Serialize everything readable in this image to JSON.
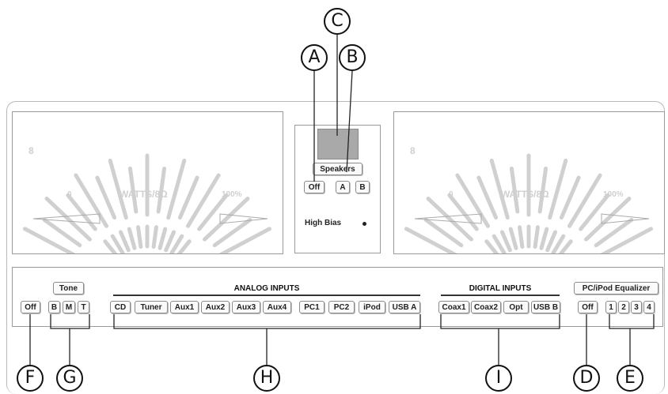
{
  "callouts": {
    "A": "A",
    "B": "B",
    "C": "C",
    "D": "D",
    "E": "E",
    "F": "F",
    "G": "G",
    "H": "H",
    "I": "I"
  },
  "meter": {
    "scale_label": "WATTS/8Ω",
    "max_label": "100%",
    "min_label": "0",
    "off_glyph": "8"
  },
  "speakers": {
    "title": "Speakers",
    "off": "Off",
    "a": "A",
    "b": "B",
    "high_bias": "High Bias"
  },
  "tone": {
    "title": "Tone",
    "off": "Off",
    "b": "B",
    "m": "M",
    "t": "T"
  },
  "analog": {
    "title": "ANALOG INPUTS",
    "buttons": [
      "CD",
      "Tuner",
      "Aux1",
      "Aux2",
      "Aux3",
      "Aux4",
      "PC1",
      "PC2",
      "iPod",
      "USB A"
    ]
  },
  "digital": {
    "title": "DIGITAL INPUTS",
    "buttons": [
      "Coax1",
      "Coax2",
      "Opt",
      "USB B"
    ]
  },
  "equalizer": {
    "title": "PC/iPod Equalizer",
    "off": "Off",
    "buttons": [
      "1",
      "2",
      "3",
      "4"
    ]
  },
  "colors": {
    "display": "#a9a9a9",
    "line": "#333333"
  }
}
